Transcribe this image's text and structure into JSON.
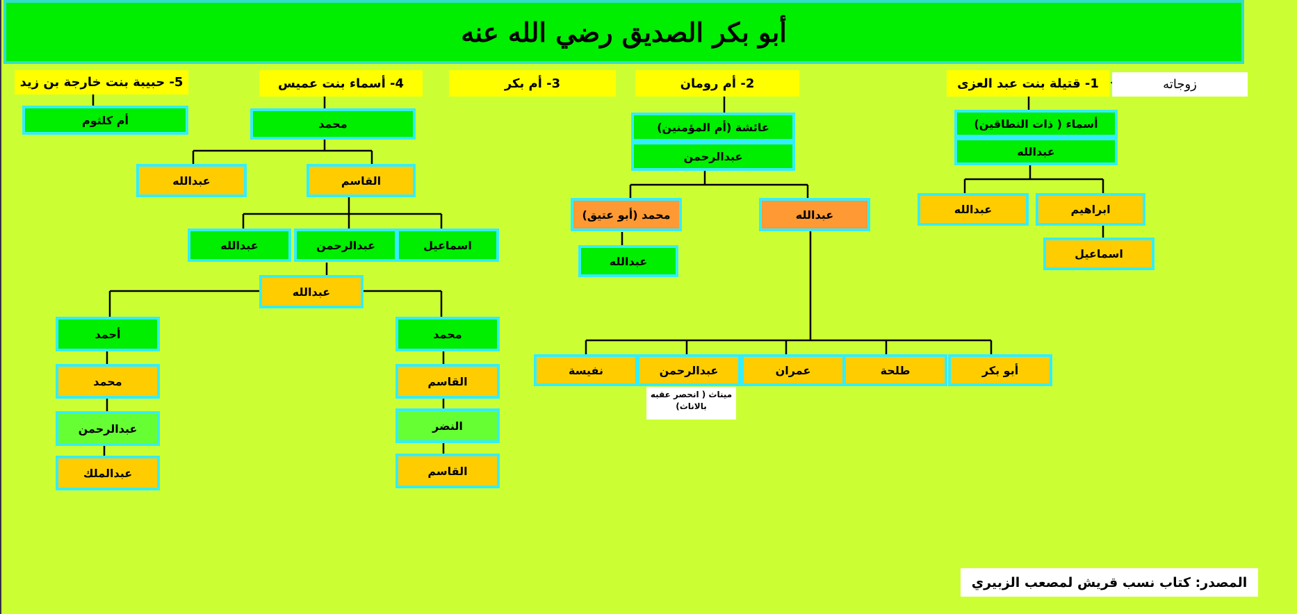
{
  "title": "أبو بكر الصديق رضي الله عنه",
  "wives_label": "زوجاته",
  "source": "المصدر: كتاب نسب قريش لمصعب الزبيري",
  "colors": {
    "background": "#ccff33",
    "title_bg": "#00ee00",
    "wife_bg": "#ffff00",
    "green": "#00ee00",
    "orange": "#ffcc00",
    "dark_orange": "#ff9933",
    "light_green": "#66ff33",
    "border": "#33eeff"
  },
  "wives": [
    "1- قتيلة بنت عبد العزى",
    "2- أم رومان",
    "3- أم بكر",
    "4- أسماء بنت عميس",
    "5- حبيبة بنت خارجة بن زيد"
  ],
  "w1": {
    "asmaa": "أسماء ( ذات النطاقين)",
    "abdullah": "عبدالله",
    "ibrahim": "ابراهيم",
    "abdullah2": "عبدالله",
    "ismail": "اسماعيل"
  },
  "w2": {
    "aisha": "عائشة (أم المؤمنين)",
    "abdulrahman": "عبدالرحمن",
    "abdullah": "عبدالله",
    "muhammad_abu_atiq": "محمد (أبو عتيق)",
    "abdullah_son": "عبدالله",
    "children": [
      "أبو بكر",
      "طلحة",
      "عمران",
      "عبدالرحمن",
      "نفيسة"
    ],
    "note": "ميناث ( انحصر عقبه بالاناث)"
  },
  "w4": {
    "muhammad": "محمد",
    "qasim": "القاسم",
    "abdullah": "عبدالله",
    "ismail": "اسماعيل",
    "abdulrahman": "عبدالرحمن",
    "abdullah2": "عبدالله",
    "abdullah3": "عبدالله",
    "right_chain": [
      "محمد",
      "القاسم",
      "النضر",
      "القاسم"
    ],
    "left_chain": [
      "أحمد",
      "محمد",
      "عبدالرحمن",
      "عبدالملك"
    ]
  },
  "w5": {
    "umm_kulthum": "أم كلثوم"
  }
}
